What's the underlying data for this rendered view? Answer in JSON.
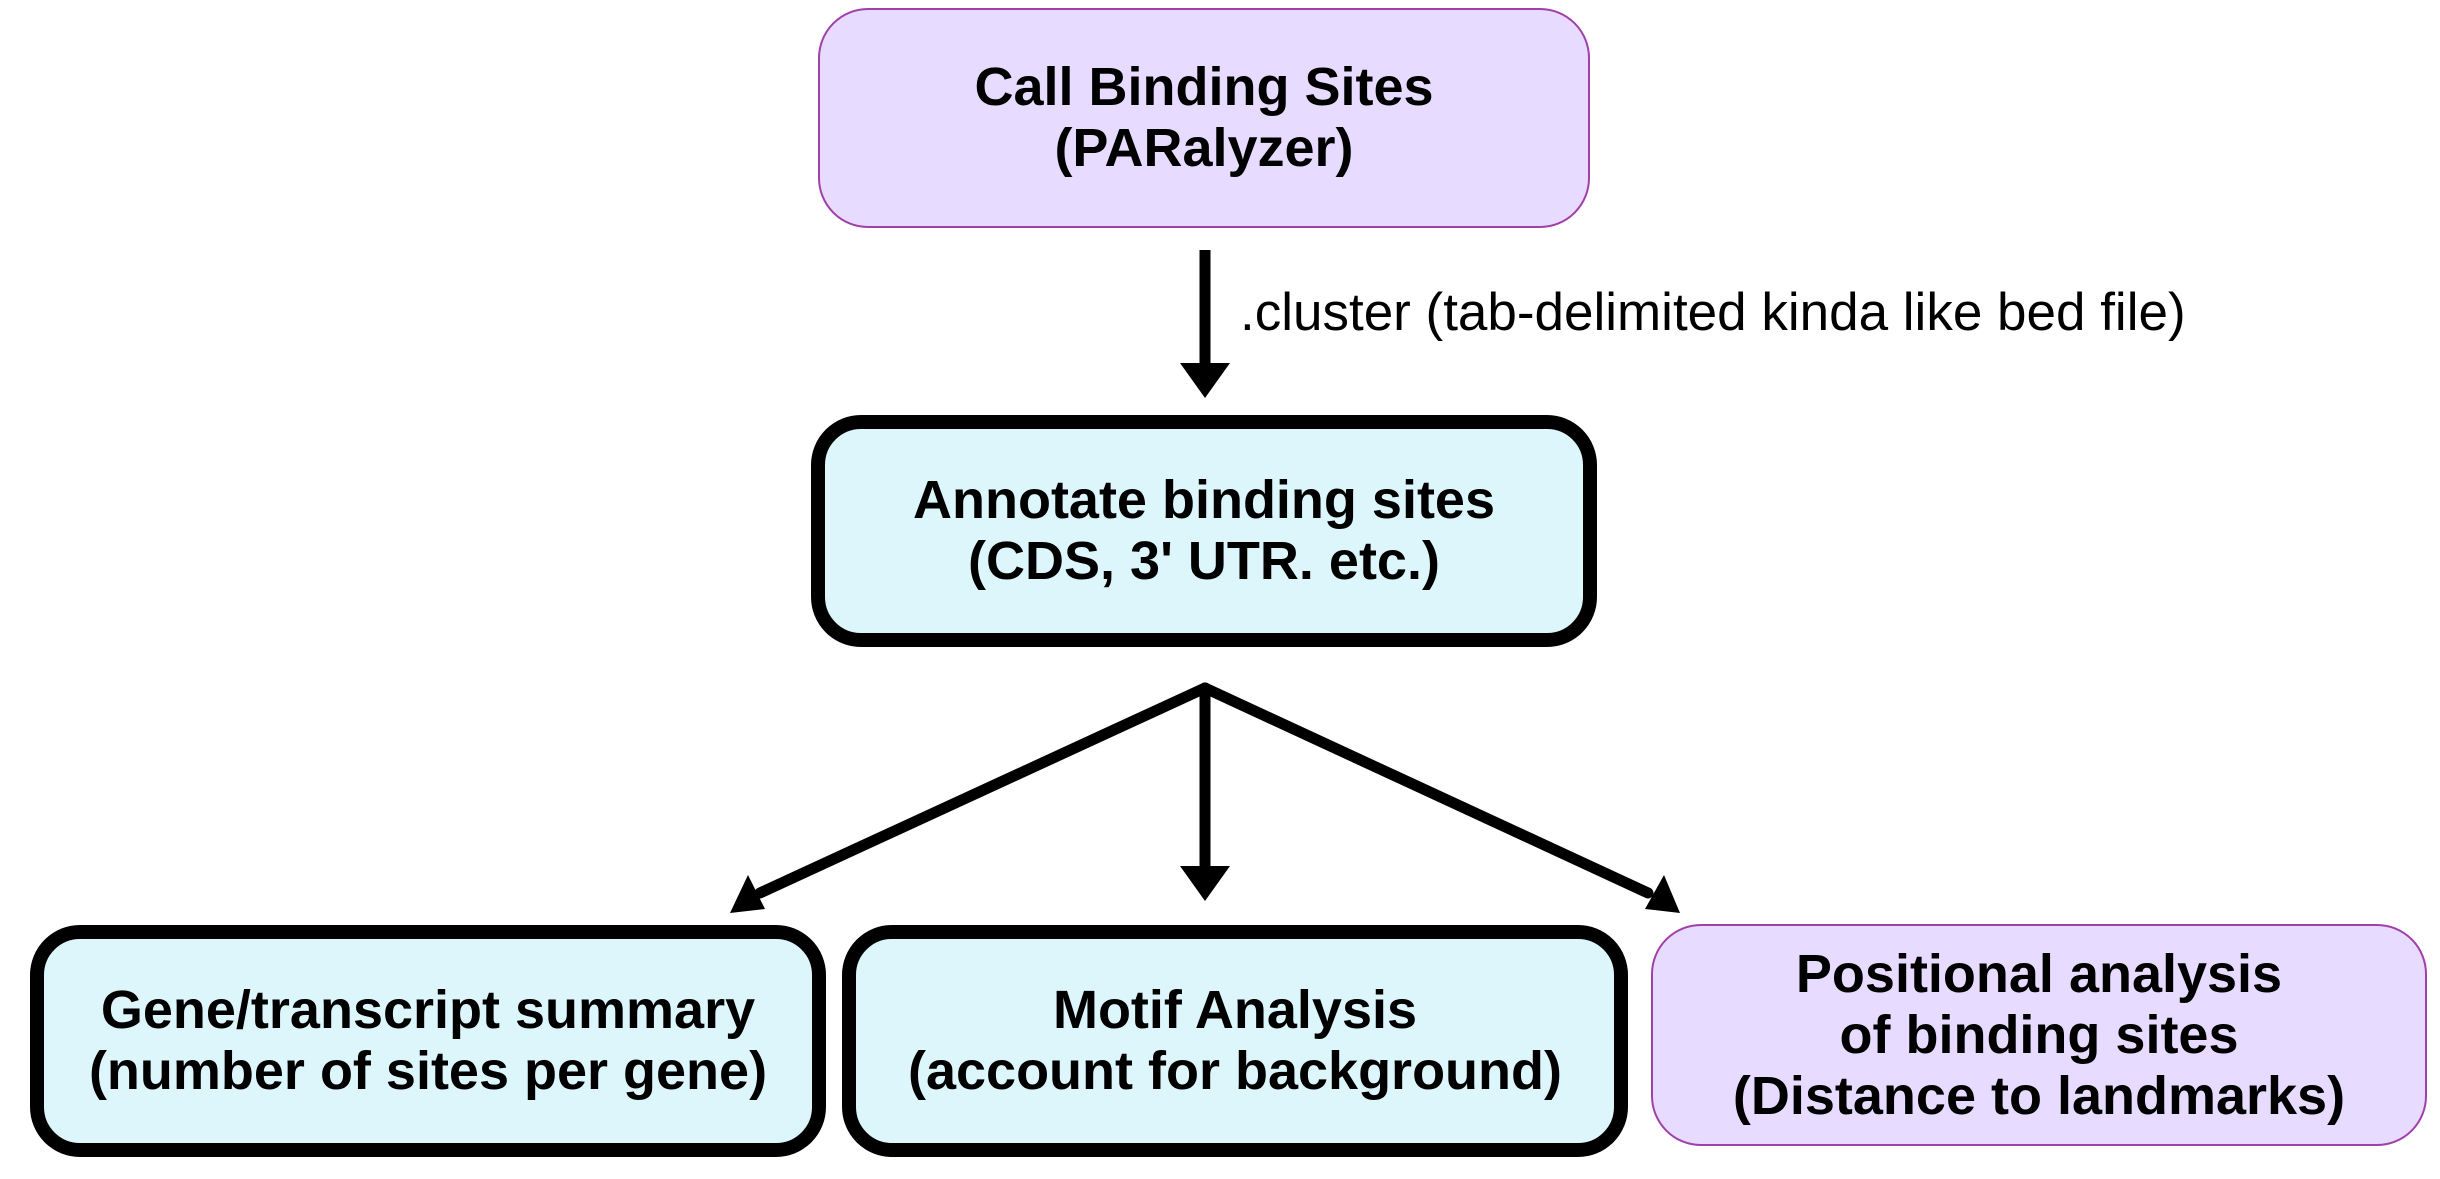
{
  "colors": {
    "purple_fill": "#e7dbff",
    "purple_border": "#a040a8",
    "blue_fill": "#dcf6fc",
    "outline": "#000000"
  },
  "nodes": {
    "call_sites": {
      "lines": [
        "Call Binding Sites",
        "(PARalyzer)"
      ]
    },
    "annotate": {
      "lines": [
        "Annotate binding sites",
        "(CDS, 3' UTR. etc.)"
      ]
    },
    "gene_summary": {
      "lines": [
        "Gene/transcript summary",
        "(number of sites per gene)"
      ]
    },
    "motif": {
      "lines": [
        "Motif Analysis",
        "(account for background)"
      ]
    },
    "positional": {
      "lines": [
        "Positional analysis",
        "of binding sites",
        "(Distance to landmarks)"
      ]
    }
  },
  "edges": {
    "cluster_label": ".cluster (tab-delimited kinda like bed file)"
  }
}
